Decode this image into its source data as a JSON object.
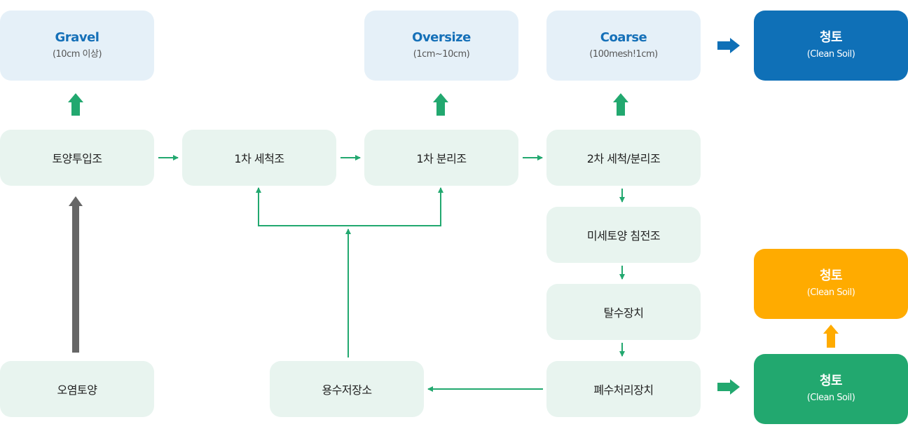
{
  "outputs": {
    "gravel": {
      "title": "Gravel",
      "sub": "(10cm 이상)"
    },
    "oversize": {
      "title": "Oversize",
      "sub": "(1cm~10cm)"
    },
    "coarse": {
      "title": "Coarse",
      "sub": "(100mesh!1cm)"
    }
  },
  "clean_soil": {
    "blue": {
      "title": "청토",
      "sub": "(Clean Soil)"
    },
    "orange": {
      "title": "청토",
      "sub": "(Clean Soil)"
    },
    "green": {
      "title": "청토",
      "sub": "(Clean Soil)"
    }
  },
  "process": {
    "soil_input": "토양투입조",
    "wash1": "1차 세척조",
    "sep1": "1차 분리조",
    "wash2": "2차 세척/분리조",
    "fine_settle": "미세토양 침전조",
    "dewater": "탈수장치",
    "wastewater": "폐수처리장치",
    "water_storage": "용수저장소",
    "contaminated": "오염토양"
  },
  "colors": {
    "output_bg": "#e5f0f8",
    "process_bg": "#e8f4ef",
    "title_blue": "#1570b8",
    "clean_blue": "#0f70b7",
    "clean_orange": "#ffab00",
    "clean_green": "#22a86f",
    "arrow_green": "#22a86f",
    "arrow_gray": "#666666"
  }
}
